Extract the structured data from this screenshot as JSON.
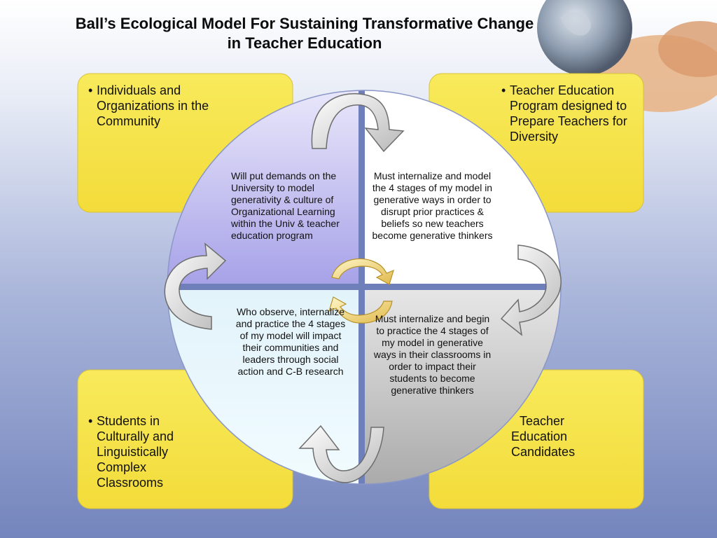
{
  "title": {
    "line1": "Ball’s Ecological Model For Sustaining Transformative Change",
    "line2": "in Teacher Education"
  },
  "corners": {
    "top_left": "Individuals and Organizations in the Community",
    "top_right": "Teacher Education Program designed to Prepare Teachers for Diversity",
    "bottom_left": "Students in Culturally and Linguistically Complex Classrooms",
    "bottom_right": "Teacher Education Candidates"
  },
  "quadrants": {
    "top_left": "Will put demands on the University to model generativity & culture of Organizational Learning within the Univ & teacher education program",
    "top_right": "Must internalize and model the 4 stages of my model in generative ways in order to disrupt prior practices & beliefs so new teachers become generative thinkers",
    "bottom_left": "Who observe, internalize and practice the 4 stages of my model will impact their communities and leaders through social action and C-B research",
    "bottom_right": "Must internalize and begin to practice the 4 stages of my model in generative ways in their classrooms in order to impact their students to become generative thinkers"
  },
  "colors": {
    "background_top": "#ffffff",
    "background_bottom": "#7f8fc2",
    "corner_box": "#f6e34a",
    "quad_top_left": "#b7b3ee",
    "quad_top_right": "#ffffff",
    "quad_bottom_left": "#e7f7fb",
    "quad_bottom_right": "#c9c9c9"
  }
}
